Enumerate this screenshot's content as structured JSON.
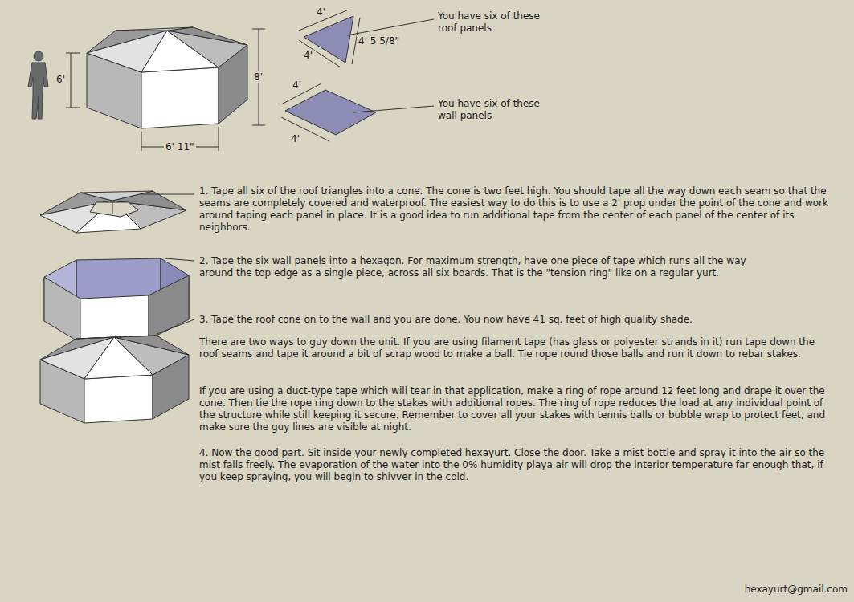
{
  "diagram": {
    "labels": [
      "6'",
      "8'",
      "6' 11\"",
      "4'",
      "4'",
      "4' 5 5/8\"",
      "You have six of these roof panels",
      "4'",
      "4'",
      "You have six of these wall panels",
      "1. Tape all six of the roof triangles into a cone. The cone is two feet high. You should tape all the way down each seam so that the seams are completely covered and waterproof. The easiest way to do this is to use a 2' prop under the point of the cone and work around taping each panel in place. It is a good idea to run additional tape from the center of each panel of the center of its neighbors.",
      "2. Tape the six wall panels into a hexagon. For maximum strength, have one piece of tape which runs all the way around the top edge as a single piece, across all six boards. That is the \"tension ring\" like on a regular yurt.",
      "3. Tape the roof cone on to the wall and you are done. You now have 41 sq. feet of high quality shade.",
      "There are two ways to guy down the unit. If you are using filament tape (has glass or polyester strands in it) run tape down the roof seams and tape it around a bit of scrap wood to make a ball. Tie rope round those balls and run it down to rebar stakes.",
      "If you are using a duct-type tape which will tear in that application, make a ring of rope around 12 feet long and drape it over the cone. Then tie the rope ring down to the stakes with additional ropes. The ring of rope reduces the load at any individual point of the structure while still keeping it secure. Remember to cover all your stakes with tennis balls or bubble wrap to protect feet, and make sure the guy lines are visible at night.",
      "4. Now the good part. Sit inside your newly completed hexayurt. Close the door. Take a mist bottle and spray it into the air so the mist falls freely. The evaporation of the water into the 0% humidity playa air will drop the interior temperature far enough that, if you keep spraying, you will begin to shivver in the cold.",
      "hexayurt@gmail.com"
    ]
  }
}
